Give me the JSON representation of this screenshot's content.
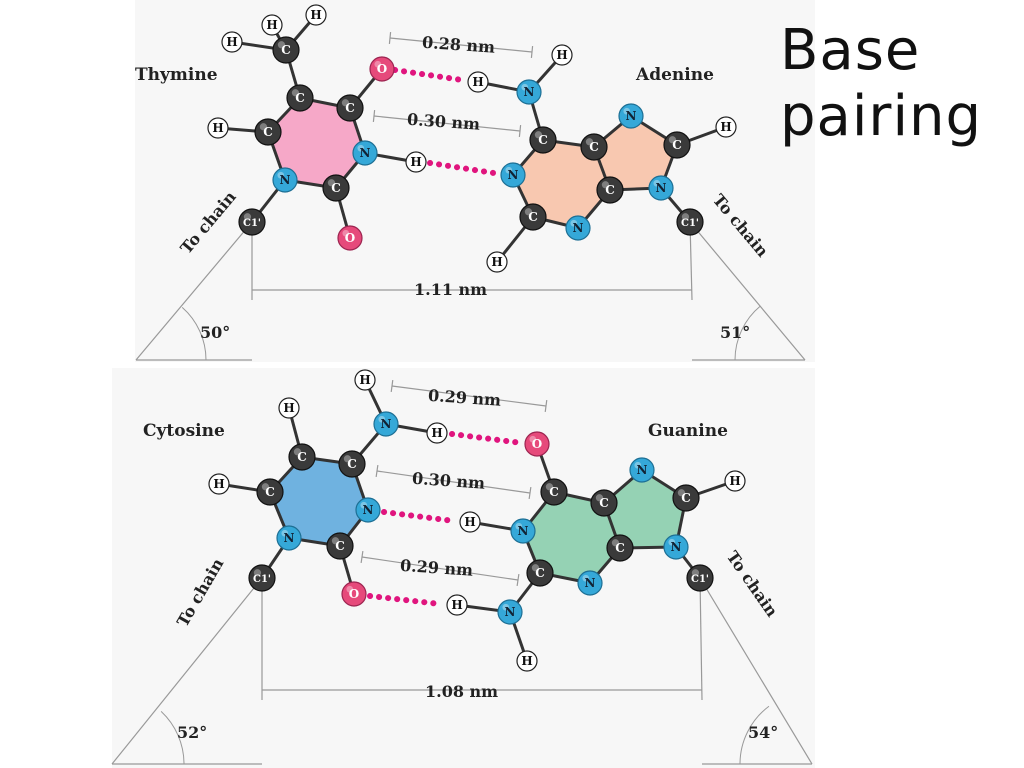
{
  "title": "Base\npairing",
  "colors": {
    "carbon": "#3a3a3a",
    "nitrogen": "#35a8d8",
    "oxygen": "#e64a7b",
    "hbond": "#e0157e",
    "thymine_ring": "#f6a8c8",
    "adenine_ring": "#f8c8b0",
    "cytosine_ring": "#6fb2e0",
    "guanine_ring": "#95d2b4"
  },
  "diagrams": [
    {
      "id": "at",
      "left_base": "Thymine",
      "right_base": "Adenine",
      "distances": [
        "0.28 nm",
        "0.30 nm"
      ],
      "span": "1.11 nm",
      "left_angle": "50°",
      "right_angle": "51°",
      "left_chain": "To chain",
      "right_chain": "To chain"
    },
    {
      "id": "gc",
      "left_base": "Cytosine",
      "right_base": "Guanine",
      "distances": [
        "0.29 nm",
        "0.30 nm",
        "0.29 nm"
      ],
      "span": "1.08 nm",
      "left_angle": "52°",
      "right_angle": "54°",
      "left_chain": "To chain",
      "right_chain": "To chain"
    }
  ],
  "atom_letters": {
    "carbon": "C",
    "nitrogen": "N",
    "oxygen": "O",
    "hydrogen": "H",
    "anomeric": "C1'"
  }
}
